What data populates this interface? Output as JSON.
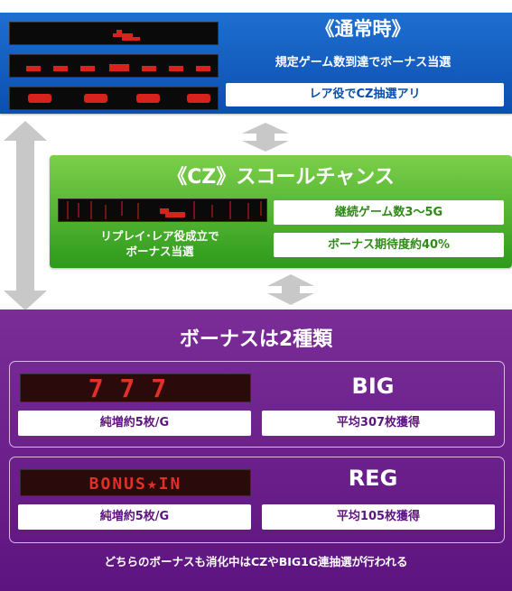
{
  "normal": {
    "title": "《通常時》",
    "subtitle": "規定ゲーム数到達でボーナス当選",
    "box": "レア役でCZ抽選アリ"
  },
  "cz": {
    "title": "《CZ》スコールチャンス",
    "description": "リプレイ･レア役成立で\nボーナス当選",
    "boxes": [
      "継続ゲーム数3～5G",
      "ボーナス期待度約40%"
    ]
  },
  "bonus": {
    "title": "ボーナスは2種類",
    "big": {
      "lcd_text": "777",
      "label": "BIG",
      "net_gain": "純増約5枚/G",
      "average": "平均307枚獲得"
    },
    "reg": {
      "lcd_text": "BONUS★IN",
      "label": "REG",
      "net_gain": "純増約5枚/G",
      "average": "平均105枚獲得"
    },
    "footer": "どちらのボーナスも消化中はCZやBIG1G連抽選が行われる"
  },
  "colors": {
    "blue": "#0b4fb0",
    "green": "#2e9a1c",
    "purple": "#5e1480",
    "lcd_red": "#d8231c"
  }
}
